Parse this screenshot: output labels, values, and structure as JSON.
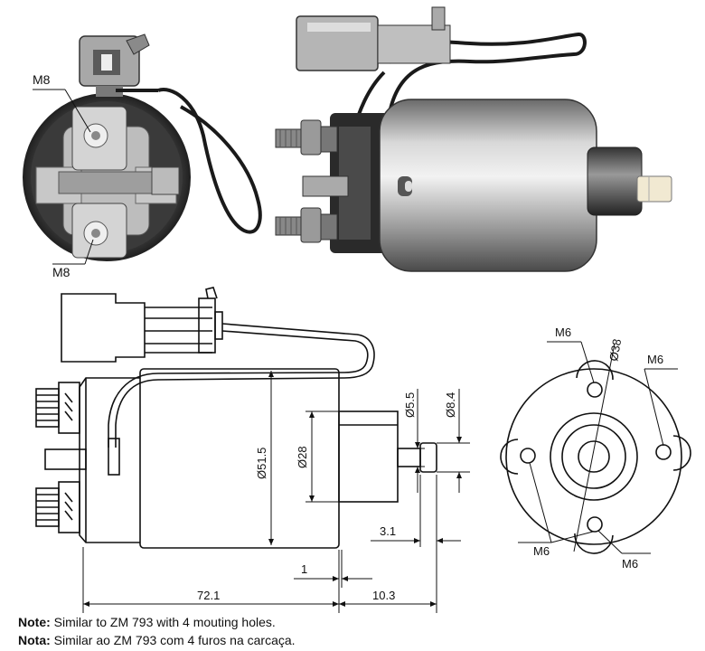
{
  "photo_labels": {
    "thread_top": "M8",
    "thread_bottom": "M8"
  },
  "side_view": {
    "diameter_body": "Ø51.5",
    "diameter_nose": "Ø28",
    "diameter_plunger": "Ø5.5",
    "diameter_tip": "Ø8.4",
    "length_body": "72.1",
    "length_plunger": "10.3",
    "offset_small": "1",
    "length_tip": "3.1"
  },
  "front_view": {
    "bolt_circle": "Ø38",
    "hole_top_left": "M6",
    "hole_right": "M6",
    "hole_bottom_left": "M6",
    "hole_bottom_right": "M6"
  },
  "notes": {
    "en_label": "Note:",
    "en_text": " Similar to ZM 793 with 4 mouting holes.",
    "pt_label": "Nota:",
    "pt_text": " Similar ao ZM 793 com 4 furos na carcaça."
  }
}
